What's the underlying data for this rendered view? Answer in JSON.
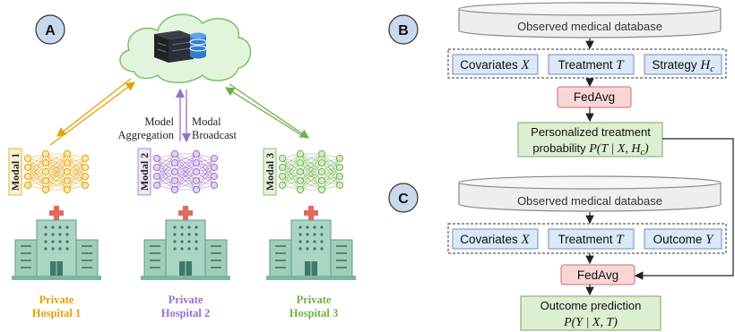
{
  "panels": {
    "a": "A",
    "b": "B",
    "c": "C"
  },
  "panel_a": {
    "model_aggregation": [
      "Model",
      "Aggregation"
    ],
    "modal_broadcast": [
      "Modal",
      "Broadcast"
    ],
    "hospitals": [
      {
        "modal_label": "Modal 1",
        "name": [
          "Private",
          "Hospital 1"
        ],
        "color": "#e3a008"
      },
      {
        "modal_label": "Modal 2",
        "name": [
          "Private",
          "Hospital 2"
        ],
        "color": "#9b6fc4"
      },
      {
        "modal_label": "Modal 3",
        "name": [
          "Private",
          "Hospital 3"
        ],
        "color": "#6fb04a"
      }
    ],
    "colors": {
      "cloud_fill": "#e3f4dd",
      "cloud_stroke": "#7cc06a",
      "building": "#9fcdb8",
      "cross": "#e06b5b"
    }
  },
  "panel_b": {
    "database": "Observed medical database",
    "inputs": [
      {
        "text": "Covariates ",
        "math": "X"
      },
      {
        "text": "Treatment ",
        "math": "T"
      },
      {
        "text": "Strategy ",
        "math": "H",
        "sub": "c"
      }
    ],
    "fedavg": "FedAvg",
    "output": [
      "Personalized treatment",
      "probability "
    ],
    "output_math": "P(T | X, H",
    "output_math_sub": "c",
    "output_math_end": ")"
  },
  "panel_c": {
    "database": "Observed medical database",
    "inputs": [
      {
        "text": "Covariates ",
        "math": "X"
      },
      {
        "text": "Treatment ",
        "math": "T"
      },
      {
        "text": "Outcome ",
        "math": "Y"
      }
    ],
    "fedavg": "FedAvg",
    "output": [
      "Outcome prediction"
    ],
    "output_math": "P(Y | X, T)"
  },
  "colors": {
    "input_fill": "#dbe8f7",
    "input_stroke": "#6f8fb8",
    "fedavg_fill": "#f9d6d6",
    "fedavg_stroke": "#d46a6a",
    "output_fill": "#dcefd3",
    "output_stroke": "#72ad5e",
    "db_fill": "#eeeeee",
    "db_stroke": "#888888",
    "badge_fill": "#c9d9ec"
  }
}
